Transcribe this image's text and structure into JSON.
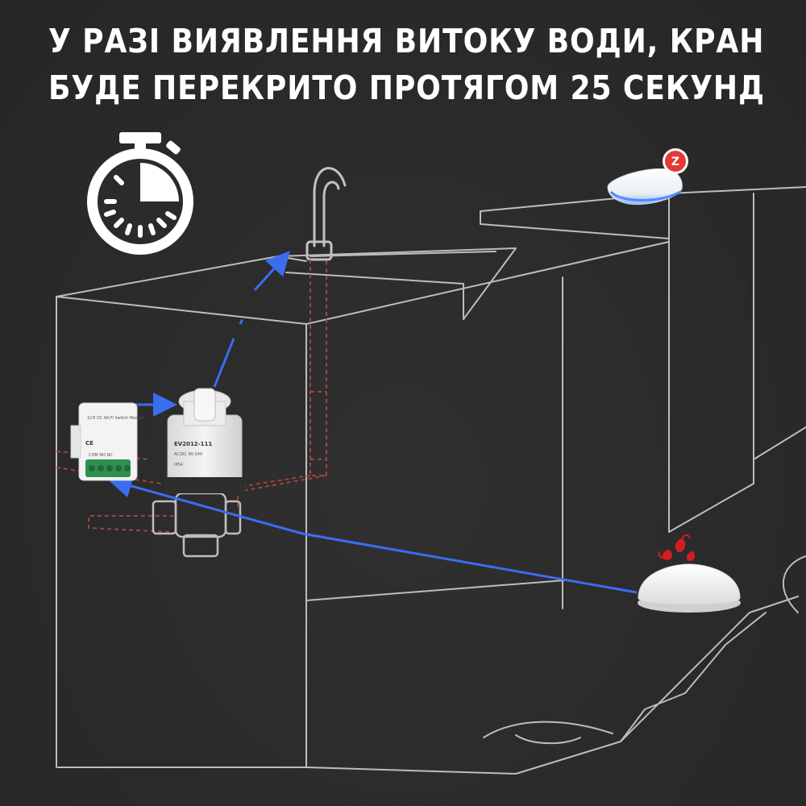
{
  "headline": {
    "line1": "У РАЗІ ВИЯВЛЕННЯ ВИТОКУ ВОДИ, КРАН",
    "line2": "БУДЕ ПЕРЕКРИТО ПРОТЯГОМ 25 СЕКУНД"
  },
  "icons": {
    "timer": "stopwatch-icon",
    "zigbee": "zigbee-logo-icon",
    "water": "water-drops-icon"
  },
  "devices": {
    "relay_module": {
      "label_line1": "1CH DC Wi-Fi Switch Module",
      "label_line2": "COM NO NC",
      "ce_mark": "CE"
    },
    "valve_actuator": {
      "model": "EV2012-111",
      "spec": "AC/DC 9V-24V",
      "rating": "IP54"
    },
    "zigbee_badge": "Z"
  },
  "colors": {
    "background": "#2b2b2b",
    "headline": "#ffffff",
    "arrow": "#3a6df0",
    "pipe": "#a0433f",
    "sketch": "#bfbfbf",
    "water_splash": "#d11f1f",
    "zigbee_red": "#e53935"
  }
}
